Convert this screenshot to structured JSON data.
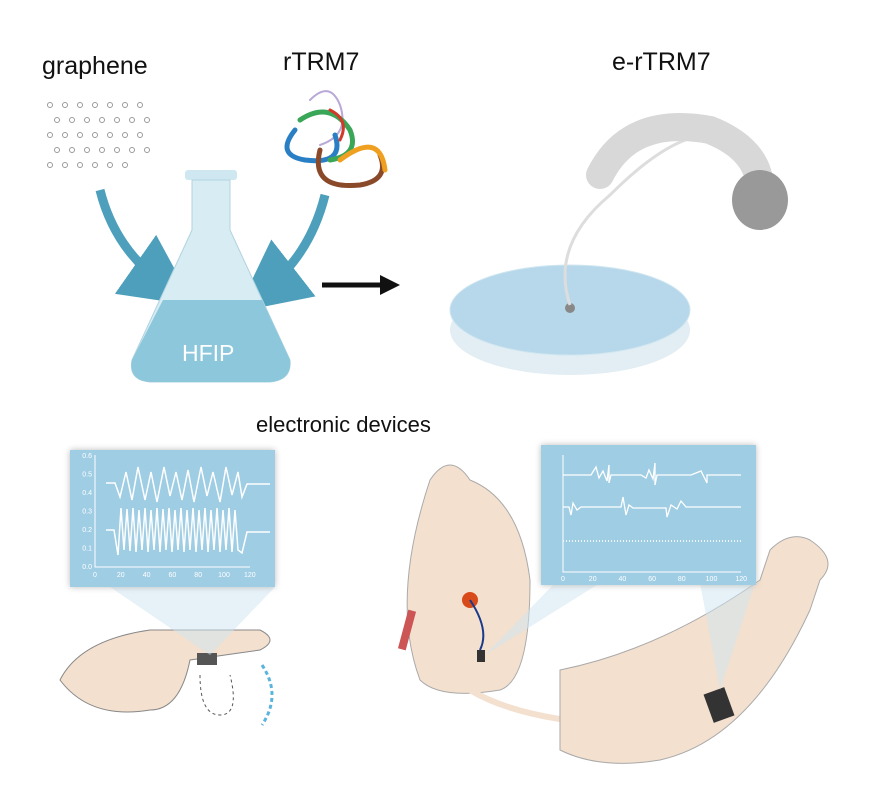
{
  "labels": {
    "graphene": "graphene",
    "rtrm7": "rTRM7",
    "ertrm7": "e-rTRM7",
    "hfip": "HFIP",
    "devices": "electronic devices"
  },
  "colors": {
    "panel": "#9fcde4",
    "arrow": "#2e8fb0",
    "flask": "#bfe0ec",
    "liquid": "#8cc7dc",
    "skin": "#f3e0cf"
  },
  "left_panel": {
    "y_ticks": [
      "0.0",
      "0.1",
      "0.2",
      "0.3",
      "0.4",
      "0.5",
      "0.6"
    ],
    "x_ticks": [
      "0",
      "20",
      "40",
      "60",
      "80",
      "100",
      "120"
    ]
  },
  "right_panel": {
    "x_ticks": [
      "0",
      "20",
      "40",
      "60",
      "80",
      "100",
      "120"
    ]
  }
}
